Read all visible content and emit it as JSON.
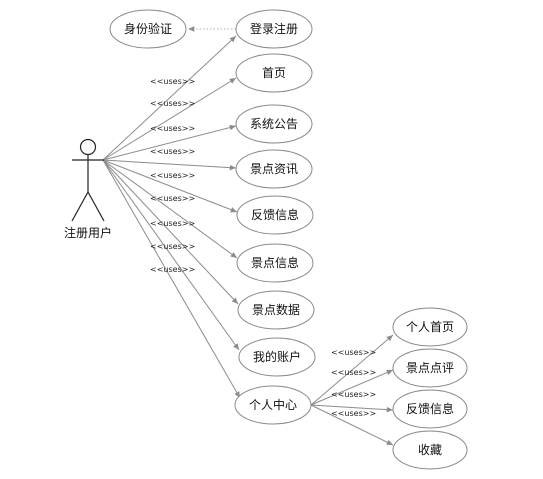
{
  "actor": {
    "label": "注册用户"
  },
  "use_cases": {
    "auth": "身份验证",
    "login": "登录注册",
    "home": "首页",
    "notice": "系统公告",
    "news": "景点资讯",
    "feedback": "反馈信息",
    "spot_info": "景点信息",
    "spot_data": "景点数据",
    "account": "我的账户",
    "center": "个人中心",
    "personal_home": "个人首页",
    "spot_review": "景点点评",
    "feedback2": "反馈信息",
    "favorite": "收藏"
  },
  "stereotype": "<<uses>>",
  "colors": {
    "line": "#8c8c8c",
    "ellipse_stroke": "#8a8a8a"
  }
}
